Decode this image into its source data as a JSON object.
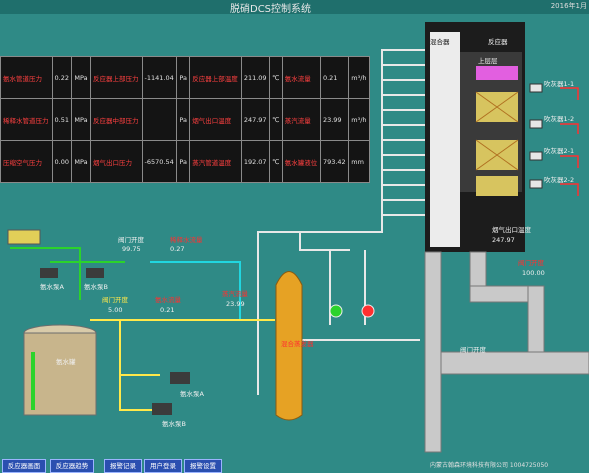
{
  "header": {
    "title": "脱硝DCS控制系统",
    "clock": "2016年1月"
  },
  "params": [
    [
      {
        "label": "氨水管道压力",
        "value": "0.22",
        "unit": "MPa"
      },
      {
        "label": "反应器上部压力",
        "value": "-1141.04",
        "unit": "Pa"
      },
      {
        "label": "反应器上部温度",
        "value": "211.09",
        "unit": "℃"
      },
      {
        "label": "氨水流量",
        "value": "0.21",
        "unit": "m³/h"
      }
    ],
    [
      {
        "label": "稀释水管道压力",
        "value": "0.51",
        "unit": "MPa"
      },
      {
        "label": "反应器中部压力",
        "value": "",
        "unit": "Pa"
      },
      {
        "label": "烟气出口温度",
        "value": "247.97",
        "unit": "℃"
      },
      {
        "label": "蒸汽流量",
        "value": "23.99",
        "unit": "m³/h"
      }
    ],
    [
      {
        "label": "压缩空气压力",
        "value": "0.00",
        "unit": "MPa"
      },
      {
        "label": "烟气出口压力",
        "value": "-6570.54",
        "unit": "Pa"
      },
      {
        "label": "蒸汽管道温度",
        "value": "192.07",
        "unit": "℃"
      },
      {
        "label": "氨水罐液位",
        "value": "793.42",
        "unit": "mm"
      }
    ]
  ],
  "tower": {
    "top_left": "混合器",
    "top_right": "反应器",
    "layer_label": "上层层",
    "outlet_label": "烟气出口温度",
    "outlet_value": "247.97"
  },
  "blowers": [
    {
      "label": "吹灰器1-1"
    },
    {
      "label": "吹灰器1-2"
    },
    {
      "label": "吹灰器2-1"
    },
    {
      "label": "吹灰器2-2"
    }
  ],
  "process": {
    "pump_a": "氨水泵A",
    "pump_b": "氨水泵B",
    "pump_c": "氨水泵A",
    "pump_d": "氨水泵B",
    "valve1_label": "阀门开度",
    "valve1_value": "99.75",
    "valve2_label": "阀门开度",
    "valve2_value": "5.00",
    "dilute_label": "稀释水流量",
    "dilute_value": "0.27",
    "ammonia_label": "氨水流量",
    "ammonia_value": "0.21",
    "steam_label": "蒸汽流量",
    "steam_value": "23.99",
    "tank_label": "氨水罐",
    "vaporizer": "混合蒸发器",
    "flue_valve_label": "阀门开度",
    "flue_valve_value": "100.00",
    "bottom_valve": "阀门开度"
  },
  "buttons": [
    "反应器画面",
    "反应器趋势",
    "报警记录",
    "用户登录",
    "报警设置"
  ],
  "footer": "内蒙古翰森环境科技有限公司    1004725050"
}
